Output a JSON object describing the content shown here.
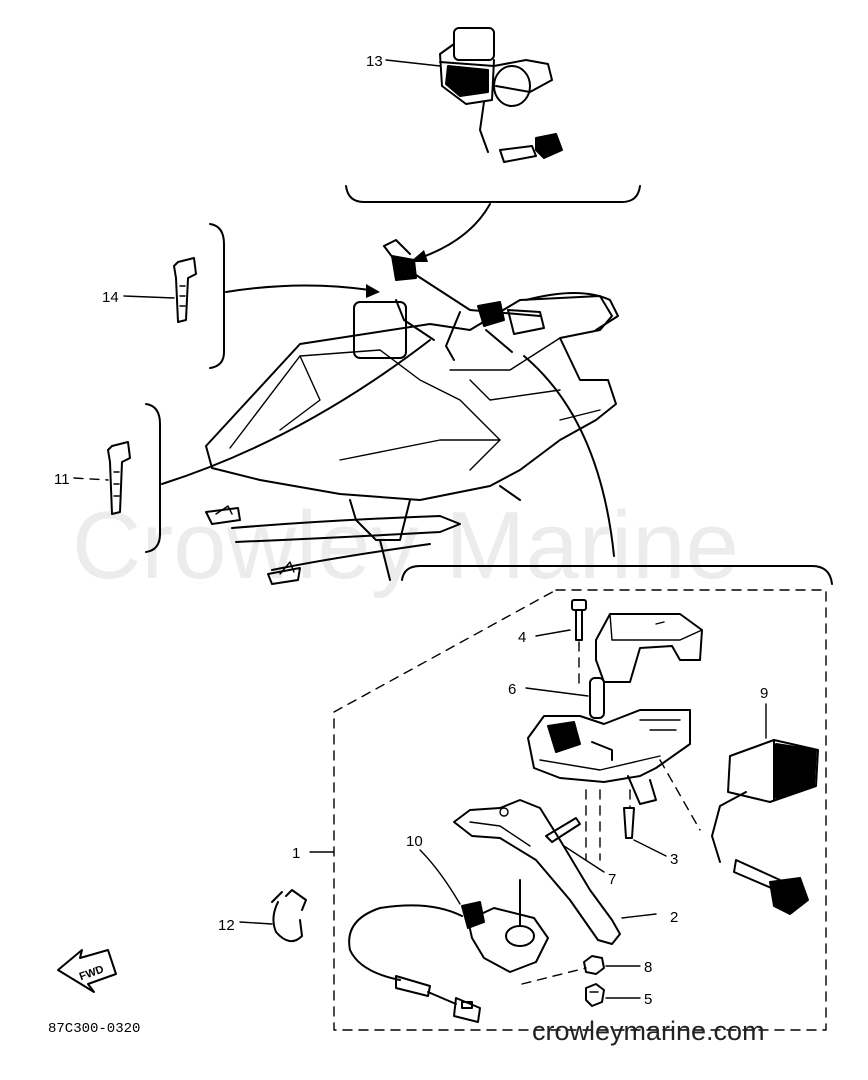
{
  "diagram": {
    "callouts": [
      {
        "id": "13",
        "label": "13"
      },
      {
        "id": "14",
        "label": "14"
      },
      {
        "id": "11",
        "label": "11"
      },
      {
        "id": "4",
        "label": "4"
      },
      {
        "id": "6",
        "label": "6"
      },
      {
        "id": "9",
        "label": "9"
      },
      {
        "id": "1",
        "label": "1"
      },
      {
        "id": "10",
        "label": "10"
      },
      {
        "id": "3",
        "label": "3"
      },
      {
        "id": "7",
        "label": "7"
      },
      {
        "id": "2",
        "label": "2"
      },
      {
        "id": "12",
        "label": "12"
      },
      {
        "id": "8",
        "label": "8"
      },
      {
        "id": "5",
        "label": "5"
      }
    ],
    "fwd_label": "FWD",
    "part_code": "87C300-0320",
    "watermark": "Crowley Marine",
    "site_url": "crowleymarine.com"
  }
}
